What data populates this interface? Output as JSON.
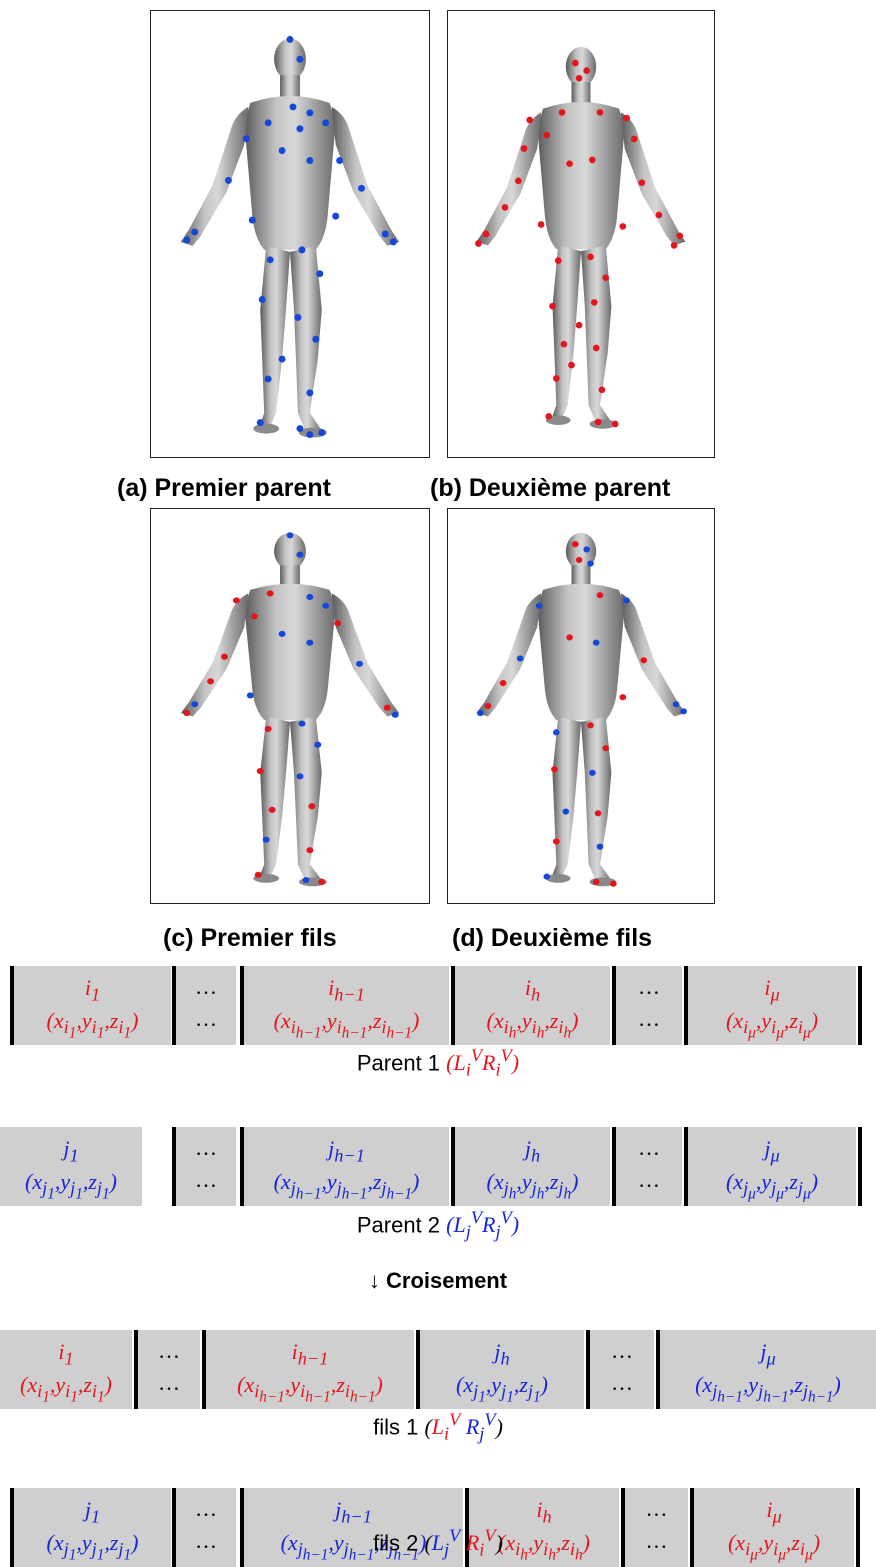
{
  "panels": [
    {
      "caption": "(a) Premier parent"
    },
    {
      "caption": "(b) Deuxième parent"
    },
    {
      "caption": "(c) Premier fils"
    },
    {
      "caption": "(d) Deuxième fils"
    }
  ],
  "dot_colors": {
    "red": "#e8141c",
    "blue": "#1548d8"
  },
  "ellipsis": "…",
  "rows": [
    {
      "label_text": "Parent 1",
      "label_math": "(L_i^V R_i^V)",
      "label_color": "red",
      "cells": [
        {
          "top": "i₁",
          "bottom": "(x_{i₁}, y_{i₁}, z_{i₁})",
          "color": "red"
        },
        {
          "top": "i_{h−1}",
          "bottom": "(x_{i_{h−1}}, y_{i_{h−1}}, z_{i_{h−1}})",
          "color": "red"
        },
        {
          "top": "i_h",
          "bottom": "(x_{i_h}, y_{i_h}, z_{i_h})",
          "color": "red"
        },
        {
          "top": "i_μ",
          "bottom": "(x_{i_μ}, y_{i_μ}, z_{i_μ})",
          "color": "red"
        }
      ]
    },
    {
      "label_text": "Parent 2",
      "label_math": "(L_j^V R_j^V)",
      "label_color": "blue",
      "cells": [
        {
          "top": "j₁",
          "bottom": "(x_{j₁}, y_{j₁}, z_{j₁})",
          "color": "blue"
        },
        {
          "top": "j_{h−1}",
          "bottom": "(x_{j_{h−1}}, y_{j_{h−1}}, z_{j_{h−1}})",
          "color": "blue"
        },
        {
          "top": "j_h",
          "bottom": "(x_{j_h}, y_{j_h}, z_{j_h})",
          "color": "blue"
        },
        {
          "top": "j_μ",
          "bottom": "(x_{j_μ}, y_{j_μ}, z_{j_μ})",
          "color": "blue"
        }
      ]
    },
    {
      "label_text": "fils 1",
      "label_math": "(L_i^V R_j^V)",
      "label_color": "mixed-red-blue",
      "cells": [
        {
          "top": "i₁",
          "bottom": "(x_{i₁}, y_{i₁}, z_{i₁})",
          "color": "red"
        },
        {
          "top": "i_{h−1}",
          "bottom": "(x_{i_{h−1}}, y_{i_{h−1}}, z_{i_{h−1}})",
          "color": "red"
        },
        {
          "top": "j_h",
          "bottom": "(x_{j₁}, y_{j₁}, z_{j₁})",
          "color": "blue"
        },
        {
          "top": "j_μ",
          "bottom": "(x_{j_{h−1}}, y_{j_{h−1}}, z_{j_{h−1}})",
          "color": "blue"
        }
      ]
    },
    {
      "label_text": "fils 2",
      "label_math": "(L_j^V R_i^V)",
      "label_color": "mixed-blue-red",
      "cells": [
        {
          "top": "j₁",
          "bottom": "(x_{j₁}, y_{j₁}, z_{j₁})",
          "color": "blue"
        },
        {
          "top": "j_{h−1}",
          "bottom": "(x_{j_{h−1}}, y_{j_{h−1}}, z_{j_{h−1}})",
          "color": "blue"
        },
        {
          "top": "i_h",
          "bottom": "(x_{i_h}, y_{i_h}, z_{i_h})",
          "color": "red"
        },
        {
          "top": "i_μ",
          "bottom": "(x_{i_μ}, y_{i_μ}, z_{i_μ})",
          "color": "red"
        }
      ]
    }
  ],
  "crossover": {
    "arrow": "↓",
    "label": "Croisement"
  }
}
